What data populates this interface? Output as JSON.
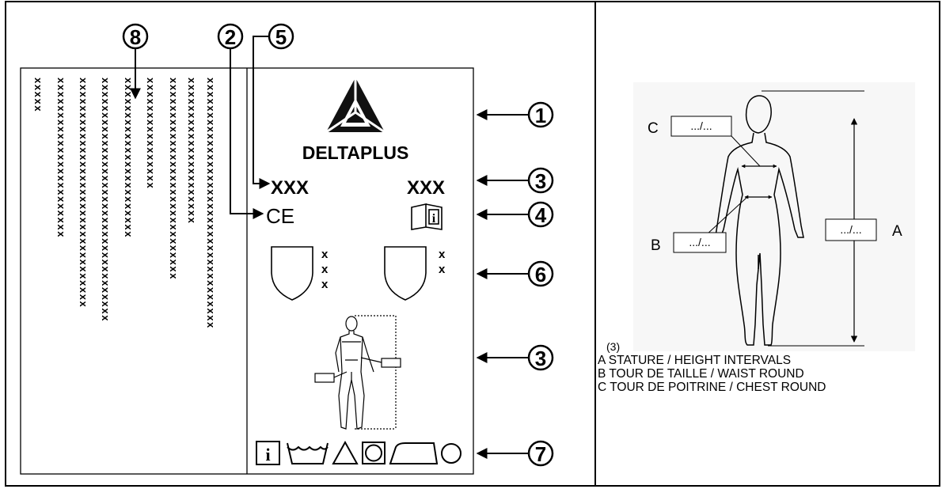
{
  "label_panel": {
    "brand": "DELTAPLUS",
    "code_left": "XXX",
    "code_right": "XXX",
    "ce_mark": "CE",
    "shield_marks_left": [
      "x",
      "x",
      "x"
    ],
    "shield_marks_right": [
      "x",
      "x"
    ],
    "text_columns": [
      {
        "chars": "xxxxx"
      },
      {
        "chars": "xxxxxxxxxxxxxxxxxxxxxxx"
      },
      {
        "chars": "xxxxxxxxxxxxxxxxxxxxxxxxxxxxxxxxx"
      },
      {
        "chars": "xxxxxxxxxxxxxxxxxxxxxxxxxxxxxxxxxxx"
      },
      {
        "chars": "xxxxxxxxxxxxxxxxxxxxxxx"
      },
      {
        "chars": "xxxxxxxxxxxxxxxx"
      },
      {
        "chars": "xxxxxxxxxxxxxxxxxxxxxxxxxxxxx"
      },
      {
        "chars": "xxxxxxxxxxxxxxxxxxxxx"
      },
      {
        "chars": "xxxxxxxxxxxxxxxxxxxxxxxxxxxxxxxxxxxx"
      }
    ],
    "care_symbols": [
      "info-icon",
      "wash-tub-icon",
      "bleach-triangle-icon",
      "tumble-dry-icon",
      "iron-icon",
      "dry-clean-circle-icon"
    ]
  },
  "callouts": {
    "c1": "1",
    "c2": "2",
    "c3a": "3",
    "c3b": "3",
    "c4": "4",
    "c5": "5",
    "c6": "6",
    "c7": "7",
    "c8": "8"
  },
  "size_figure": {
    "label_a": "A",
    "label_b": "B",
    "label_c": "C",
    "box_a": ".../...",
    "box_b": ".../...",
    "box_c": ".../..."
  },
  "legend": {
    "ref": "(3)",
    "line_a": "A   STATURE  / HEIGHT INTERVALS",
    "line_b": "B   TOUR DE TAILLE / WAIST ROUND",
    "line_c": "C  TOUR DE POITRINE / CHEST ROUND"
  }
}
